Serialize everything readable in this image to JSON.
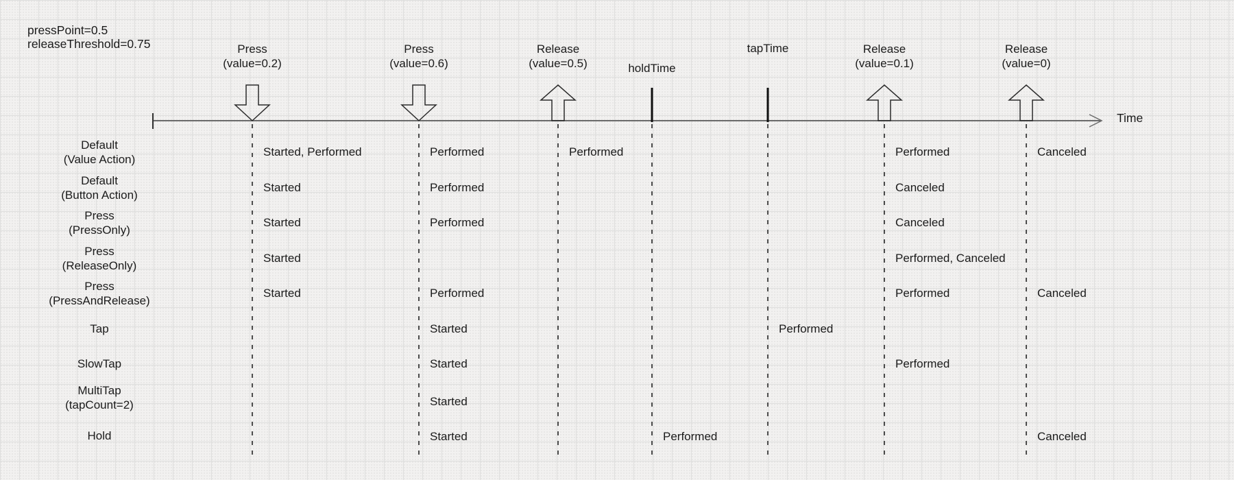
{
  "palette": {
    "background": "#f2f1f0",
    "grid_line": "#dededd",
    "ink": "#1b1b1b",
    "axis_gray": "#6b6b6b"
  },
  "config": {
    "text": "pressPoint=0.5\nreleaseThreshold=0.75"
  },
  "axis": {
    "time_label": "Time"
  },
  "events": [
    {
      "id": "press-value-0-2",
      "type": "press-down",
      "label": "Press\n(value=0.2)"
    },
    {
      "id": "press-value-0-6",
      "type": "press-down",
      "label": "Press\n(value=0.6)"
    },
    {
      "id": "release-value-0-5",
      "type": "release-up",
      "label": "Release\n(value=0.5)"
    },
    {
      "id": "hold-time",
      "type": "threshold-tick",
      "label": "holdTime"
    },
    {
      "id": "tap-time",
      "type": "threshold-tick",
      "label": "tapTime"
    },
    {
      "id": "release-value-0-1",
      "type": "release-up",
      "label": "Release\n(value=0.1)"
    },
    {
      "id": "release-value-0",
      "type": "release-up",
      "label": "Release\n(value=0)"
    }
  ],
  "rows": [
    {
      "label": "Default\n(Value Action)",
      "cells": [
        "Started, Performed",
        "Performed",
        "Performed",
        "Performed",
        "Canceled"
      ]
    },
    {
      "label": "Default\n(Button Action)",
      "cells": [
        "Started",
        "Performed",
        "Canceled"
      ]
    },
    {
      "label": "Press\n(PressOnly)",
      "cells": [
        "Started",
        "Performed",
        "Canceled"
      ]
    },
    {
      "label": "Press\n(ReleaseOnly)",
      "cells": [
        "Started",
        "Performed, Canceled"
      ]
    },
    {
      "label": "Press\n(PressAndRelease)",
      "cells": [
        "Started",
        "Performed",
        "Performed",
        "Canceled"
      ]
    },
    {
      "label": "Tap",
      "cells": [
        "Started",
        "Performed"
      ]
    },
    {
      "label": "SlowTap",
      "cells": [
        "Started",
        "Performed"
      ]
    },
    {
      "label": "MultiTap\n(tapCount=2)",
      "cells": [
        "Started"
      ]
    },
    {
      "label": "Hold",
      "cells": [
        "Started",
        "Performed",
        "Canceled"
      ]
    }
  ]
}
